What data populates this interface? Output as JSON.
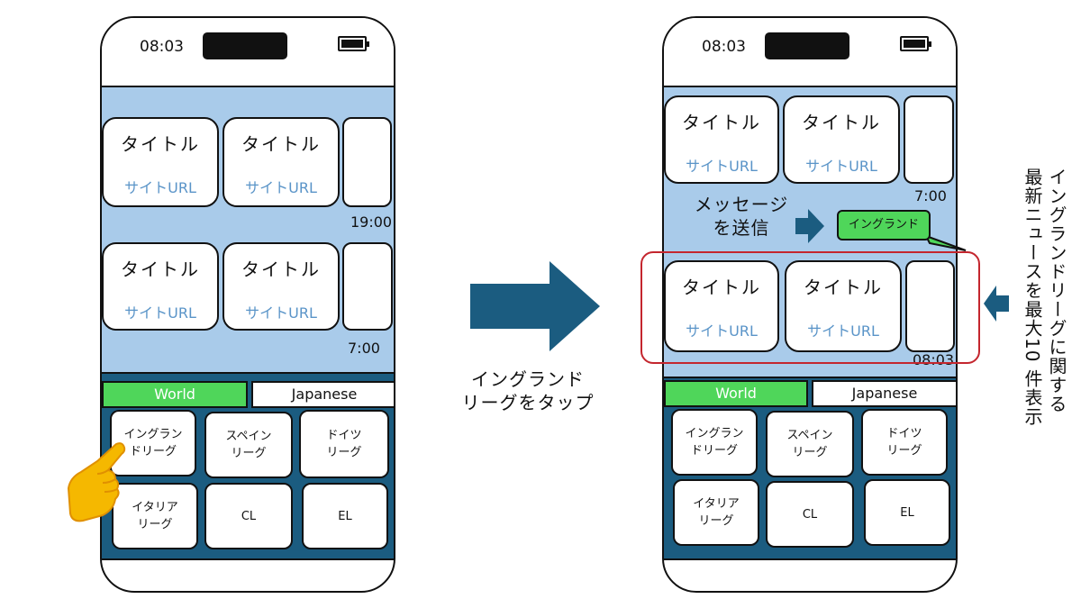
{
  "phones": [
    {
      "time": "08:03",
      "news_rows": [
        {
          "cards": [
            {
              "title": "タイトル",
              "url": "サイトURL"
            },
            {
              "title": "タイトル",
              "url": "サイトURL"
            }
          ],
          "stamp": "19:00"
        },
        {
          "cards": [
            {
              "title": "タイトル",
              "url": "サイトURL"
            },
            {
              "title": "タイトル",
              "url": "サイトURL"
            }
          ],
          "stamp": "7:00"
        }
      ],
      "tabs": {
        "world": "World",
        "japanese": "Japanese"
      },
      "leagues": [
        "イングラン\nドリーグ",
        "スペイン\nリーグ",
        "ドイツ\nリーグ",
        "イタリア\nリーグ",
        "CL",
        "EL"
      ]
    },
    {
      "time": "08:03",
      "news_rows": [
        {
          "cards": [
            {
              "title": "タイトル",
              "url": "サイトURL"
            },
            {
              "title": "タイトル",
              "url": "サイトURL"
            }
          ],
          "stamp": "7:00"
        },
        {
          "cards": [
            {
              "title": "タイトル",
              "url": "サイトURL"
            },
            {
              "title": "タイトル",
              "url": "サイトURL"
            }
          ],
          "stamp": "08:03"
        }
      ],
      "tabs": {
        "world": "World",
        "japanese": "Japanese"
      },
      "leagues": [
        "イングラン\nドリーグ",
        "スペイン\nリーグ",
        "ドイツ\nリーグ",
        "イタリア\nリーグ",
        "CL",
        "EL"
      ]
    }
  ],
  "annotations": {
    "tap_arrow_label": "イングランド\nリーグをタップ",
    "send_message_label": "メッセージ\nを送信",
    "message_bubble": "イングランド",
    "side_caption_line1": "イングランドリーグに関する",
    "side_caption_line2": "最新ニュースを最大10 件表示"
  },
  "colors": {
    "news_background": "#a9cbea",
    "league_background": "#1b5c80",
    "world_tab": "#4fd65a",
    "arrow": "#1b5c80",
    "highlight": "#c4262e",
    "url_text": "#5a94c8",
    "hand": "#f5b800"
  },
  "icons": [
    "battery-icon",
    "pointing-hand-icon",
    "right-arrow-icon",
    "left-arrow-icon"
  ]
}
